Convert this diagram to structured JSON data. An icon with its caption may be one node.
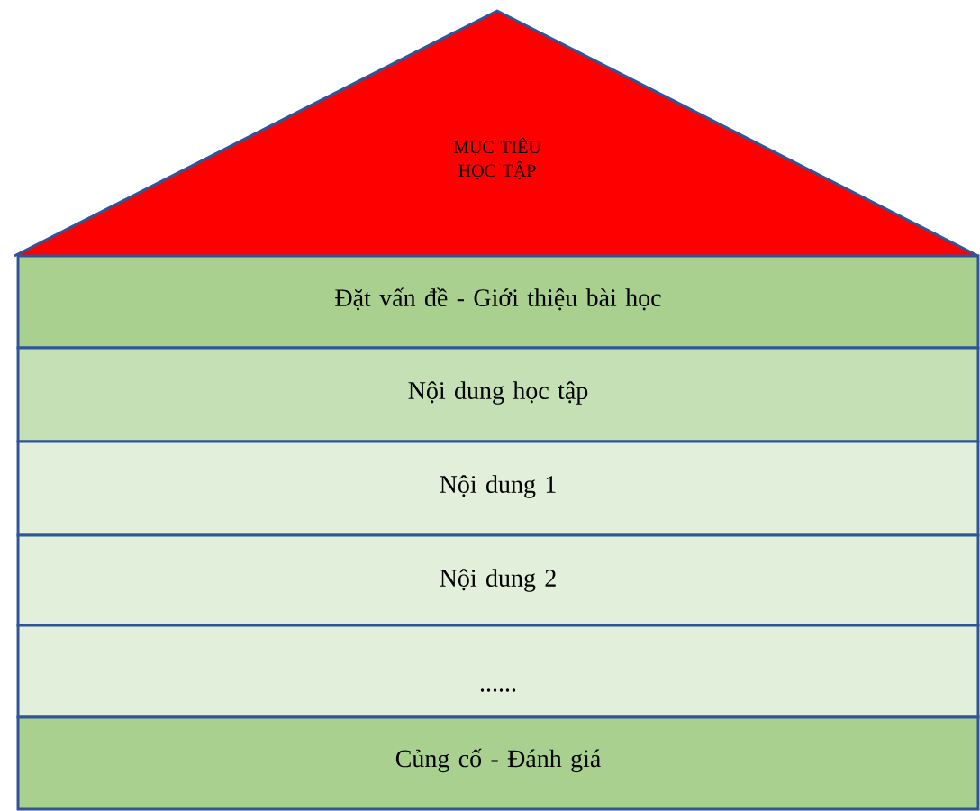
{
  "diagram": {
    "nodes": [
      {
        "text": [
          "MỤC TIÊU HỌC TẬP"
        ]
      },
      {
        "text": [
          "Đặt vấn đề - Giới thiệu bài học"
        ]
      },
      {
        "text": [
          "Nội dung học tập"
        ]
      },
      {
        "text": [
          "Nội dung 1"
        ]
      },
      {
        "text": [
          "Nội dung 2"
        ]
      },
      {
        "text": [
          "......"
        ]
      },
      {
        "text": [
          "Củng cố - Đánh giá"
        ]
      }
    ]
  }
}
